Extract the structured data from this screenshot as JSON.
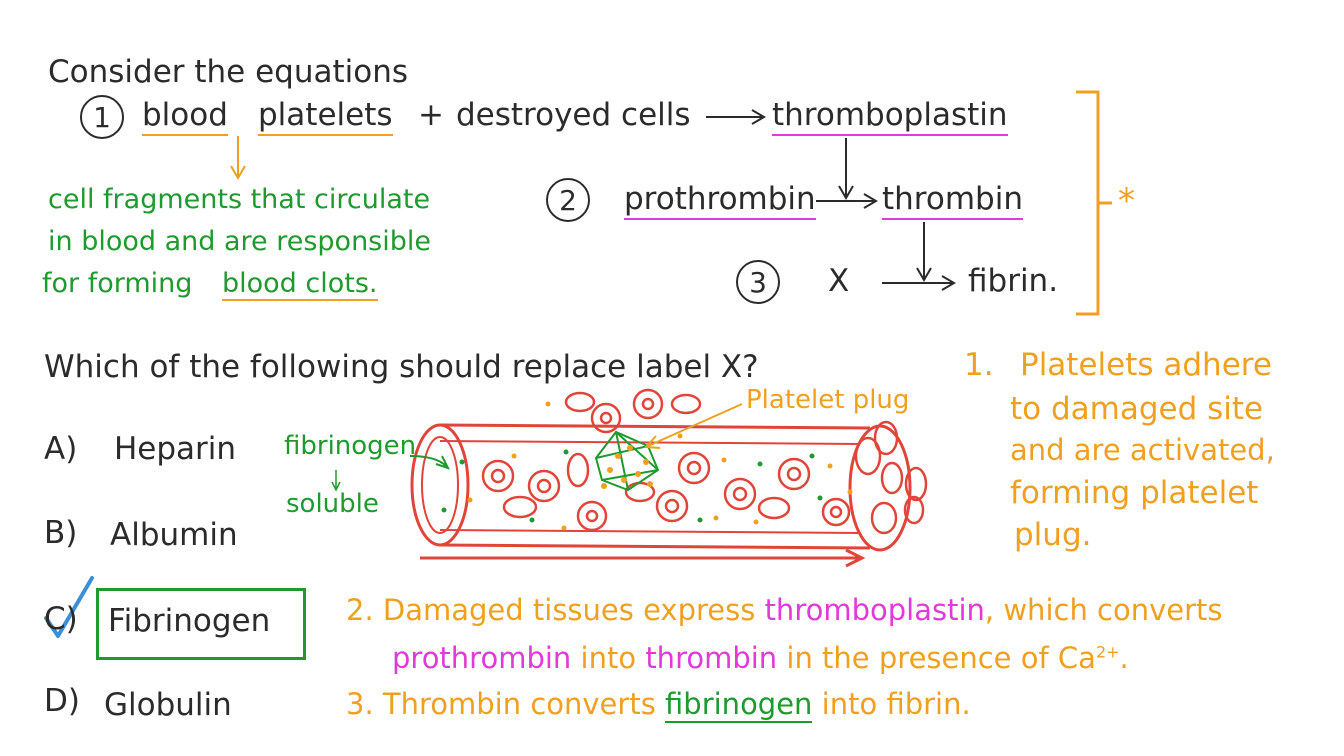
{
  "intro": "Consider the equations",
  "eq1": {
    "num": "1",
    "blood": "blood",
    "platelets": "platelets",
    "plus": "+",
    "destroyed": "destroyed cells",
    "product": "thromboplastin"
  },
  "eq2": {
    "num": "2",
    "reactant": "prothrombin",
    "product": "thrombin"
  },
  "eq3": {
    "num": "3",
    "reactant": "X",
    "product": "fibrin."
  },
  "star": "*",
  "platelet_note": {
    "line1": "cell fragments that circulate",
    "line2": "in blood and are responsible",
    "line3_a": "for forming",
    "line3_b": "blood clots."
  },
  "question": "Which of the following should replace label X?",
  "options": [
    {
      "letter": "A)",
      "text": "Heparin"
    },
    {
      "letter": "B)",
      "text": "Albumin"
    },
    {
      "letter": "C)",
      "text": "Fibrinogen"
    },
    {
      "letter": "D)",
      "text": "Globulin"
    }
  ],
  "diagram": {
    "fibrinogen": "fibrinogen",
    "soluble": "soluble",
    "platelet_plug": "Platelet plug"
  },
  "note1": {
    "num": "1.",
    "line1": "Platelets adhere",
    "line2": "to damaged site",
    "line3": "and are activated,",
    "line4": "forming platelet",
    "line5": "plug."
  },
  "note2": {
    "num": "2.",
    "a": "Damaged tissues express",
    "b": "thromboplastin",
    "c": ", which converts",
    "d": "prothrombin",
    "e": "into",
    "f": "thrombin",
    "g": "in the presence of Ca",
    "sup": "2+",
    "h": "."
  },
  "note3": {
    "num": "3.",
    "a": "Thrombin converts",
    "b": "fibrinogen",
    "c": "into fibrin."
  },
  "colors": {
    "ink": "#2b2b2b",
    "green": "#1f9a2e",
    "orange": "#f0a020",
    "magenta": "#e03ad8",
    "red": "#e0453a",
    "check": "#3a8fd8"
  }
}
